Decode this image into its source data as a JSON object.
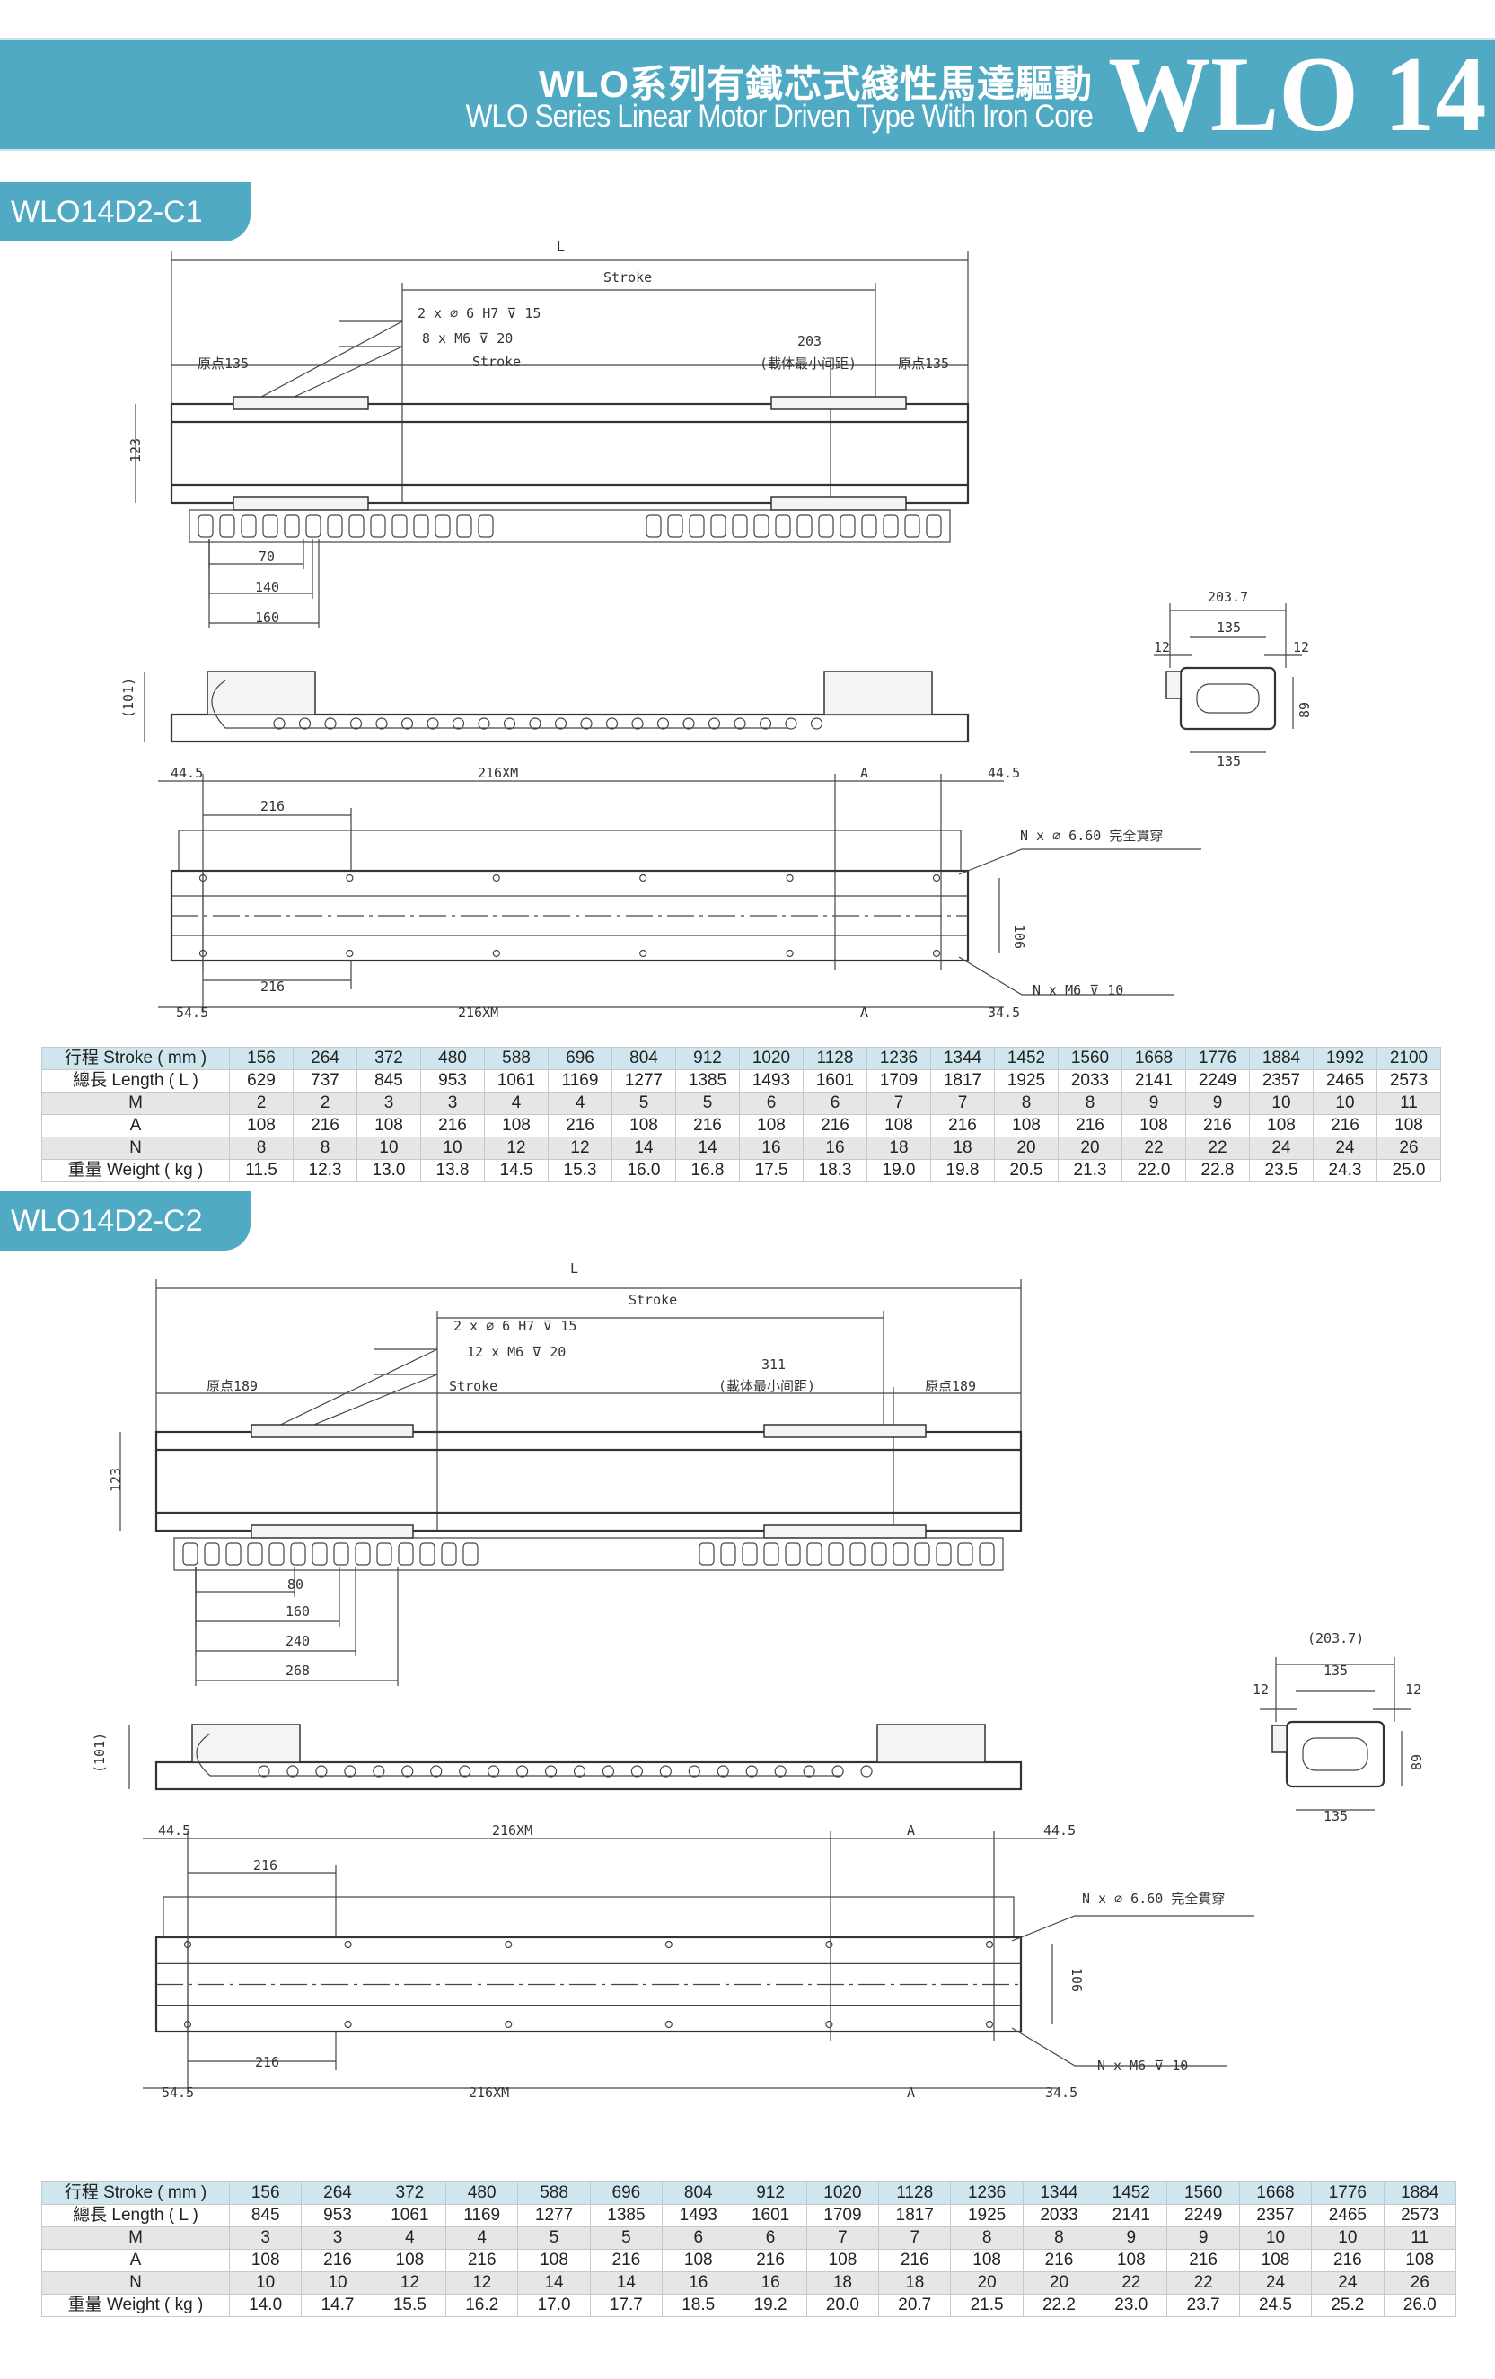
{
  "header": {
    "title_zh": "WLO系列有鐵芯式綫性馬達驅動",
    "title_en": "WLO Series Linear Motor Driven Type With Iron Core",
    "model_big": "WLO 14",
    "color": "#50aac4"
  },
  "sections": [
    {
      "tab": "WLO14D2-C1",
      "top_view": {
        "L": "L",
        "stroke": "Stroke",
        "hole1": "2 x ⌀ 6 H7 ⊽ 15",
        "hole2": "8 x M6 ⊽ 20",
        "origin_left": "原点135",
        "stroke2": "Stroke",
        "min_gap": "203",
        "min_gap_note": "(載体最小间距)",
        "origin_right": "原点135",
        "height": "123",
        "d1": "70",
        "d2": "140",
        "d3": "160"
      },
      "side_view": {
        "height": "(101)"
      },
      "end_view": {
        "width": "203.7",
        "inner": "135",
        "left": "12",
        "right": "12",
        "height": "89",
        "bottom": "135"
      },
      "bottom_view": {
        "top_left": "44.5",
        "top_mid": "216XM",
        "top_a": "A",
        "top_right": "44.5",
        "pitch_top": "216",
        "hole_through": "N x ⌀ 6.60 完全貫穿",
        "width": "106",
        "hole_tap": "N x M6 ⊽ 10",
        "pitch_bottom": "216",
        "bot_left": "54.5",
        "bot_mid": "216XM",
        "bot_a": "A",
        "bot_right": "34.5"
      },
      "table": {
        "labels": [
          "行程 Stroke ( mm )",
          "總長 Length ( L )",
          "M",
          "A",
          "N",
          "重量 Weight ( kg )"
        ],
        "rows": [
          [
            "156",
            "264",
            "372",
            "480",
            "588",
            "696",
            "804",
            "912",
            "1020",
            "1128",
            "1236",
            "1344",
            "1452",
            "1560",
            "1668",
            "1776",
            "1884",
            "1992",
            "2100"
          ],
          [
            "629",
            "737",
            "845",
            "953",
            "1061",
            "1169",
            "1277",
            "1385",
            "1493",
            "1601",
            "1709",
            "1817",
            "1925",
            "2033",
            "2141",
            "2249",
            "2357",
            "2465",
            "2573"
          ],
          [
            "2",
            "2",
            "3",
            "3",
            "4",
            "4",
            "5",
            "5",
            "6",
            "6",
            "7",
            "7",
            "8",
            "8",
            "9",
            "9",
            "10",
            "10",
            "11"
          ],
          [
            "108",
            "216",
            "108",
            "216",
            "108",
            "216",
            "108",
            "216",
            "108",
            "216",
            "108",
            "216",
            "108",
            "216",
            "108",
            "216",
            "108",
            "216",
            "108"
          ],
          [
            "8",
            "8",
            "10",
            "10",
            "12",
            "12",
            "14",
            "14",
            "16",
            "16",
            "18",
            "18",
            "20",
            "20",
            "22",
            "22",
            "24",
            "24",
            "26"
          ],
          [
            "11.5",
            "12.3",
            "13.0",
            "13.8",
            "14.5",
            "15.3",
            "16.0",
            "16.8",
            "17.5",
            "18.3",
            "19.0",
            "19.8",
            "20.5",
            "21.3",
            "22.0",
            "22.8",
            "23.5",
            "24.3",
            "25.0"
          ]
        ]
      }
    },
    {
      "tab": "WLO14D2-C2",
      "top_view": {
        "L": "L",
        "stroke": "Stroke",
        "hole1": "2 x ⌀ 6 H7 ⊽ 15",
        "hole2": "12 x M6 ⊽ 20",
        "origin_left": "原点189",
        "stroke2": "Stroke",
        "min_gap": "311",
        "min_gap_note": "(載体最小间距)",
        "origin_right": "原点189",
        "height": "123",
        "d1": "80",
        "d2": "160",
        "d3": "240",
        "d4": "268"
      },
      "side_view": {
        "height": "(101)"
      },
      "end_view": {
        "width": "(203.7)",
        "inner": "135",
        "left": "12",
        "right": "12",
        "height": "89",
        "bottom": "135"
      },
      "bottom_view": {
        "top_left": "44.5",
        "top_mid": "216XM",
        "top_a": "A",
        "top_right": "44.5",
        "pitch_top": "216",
        "hole_through": "N x ⌀ 6.60 完全貫穿",
        "width": "106",
        "hole_tap": "N x M6 ⊽ 10",
        "pitch_bottom": "216",
        "bot_left": "54.5",
        "bot_mid": "216XM",
        "bot_a": "A",
        "bot_right": "34.5"
      },
      "table": {
        "labels": [
          "行程 Stroke ( mm )",
          "總長 Length ( L )",
          "M",
          "A",
          "N",
          "重量 Weight ( kg )"
        ],
        "rows": [
          [
            "156",
            "264",
            "372",
            "480",
            "588",
            "696",
            "804",
            "912",
            "1020",
            "1128",
            "1236",
            "1344",
            "1452",
            "1560",
            "1668",
            "1776",
            "1884"
          ],
          [
            "845",
            "953",
            "1061",
            "1169",
            "1277",
            "1385",
            "1493",
            "1601",
            "1709",
            "1817",
            "1925",
            "2033",
            "2141",
            "2249",
            "2357",
            "2465",
            "2573"
          ],
          [
            "3",
            "3",
            "4",
            "4",
            "5",
            "5",
            "6",
            "6",
            "7",
            "7",
            "8",
            "8",
            "9",
            "9",
            "10",
            "10",
            "11"
          ],
          [
            "108",
            "216",
            "108",
            "216",
            "108",
            "216",
            "108",
            "216",
            "108",
            "216",
            "108",
            "216",
            "108",
            "216",
            "108",
            "216",
            "108"
          ],
          [
            "10",
            "10",
            "12",
            "12",
            "14",
            "14",
            "16",
            "16",
            "18",
            "18",
            "20",
            "20",
            "22",
            "22",
            "24",
            "24",
            "26"
          ],
          [
            "14.0",
            "14.7",
            "15.5",
            "16.2",
            "17.0",
            "17.7",
            "18.5",
            "19.2",
            "20.0",
            "20.7",
            "21.5",
            "22.2",
            "23.0",
            "23.7",
            "24.5",
            "25.2",
            "26.0"
          ]
        ]
      }
    }
  ]
}
